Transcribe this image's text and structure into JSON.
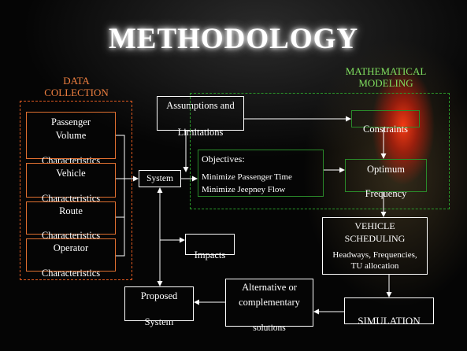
{
  "title": "METHODOLOGY",
  "data_collection": {
    "heading_line1": "DATA",
    "heading_line2": "COLLECTION",
    "items": [
      {
        "line1": "Passenger",
        "line2": "Volume",
        "line3": "Characteristics"
      },
      {
        "line1": "Vehicle",
        "line2": "Characteristics"
      },
      {
        "line1": "Route",
        "line2": "Characteristics"
      },
      {
        "line1": "Operator",
        "line2": "Characteristics"
      }
    ]
  },
  "mathematical_modeling": {
    "heading_line1": "MATHEMATICAL",
    "heading_line2": "MODELING"
  },
  "system": "System",
  "assumptions_line1": "Assumptions and",
  "assumptions_line2": "Limitations",
  "objectives": {
    "heading": "Objectives:",
    "line1": "Minimize Passenger Time",
    "line2": "Minimize Jeepney Flow"
  },
  "constraints": "Constraints",
  "optimum_line1": "Optimum",
  "optimum_line2": "Frequency",
  "vehicle_scheduling": {
    "line1": "VEHICLE",
    "line2": "SCHEDULING",
    "line3": "Headways, Frequencies,",
    "line4": "TU allocation"
  },
  "impacts": "Impacts",
  "simulation": "SIMULATION",
  "alternative": {
    "line1": "Alternative or",
    "line2": "complementary",
    "line3": "solutions"
  },
  "proposed_line1": "Proposed",
  "proposed_line2": "System",
  "colors": {
    "data_collection_accent": "#e05a20",
    "modeling_accent": "#2a9a2a",
    "box_outline": "#ffffff",
    "traffic_light_red": "#ff3c14"
  }
}
